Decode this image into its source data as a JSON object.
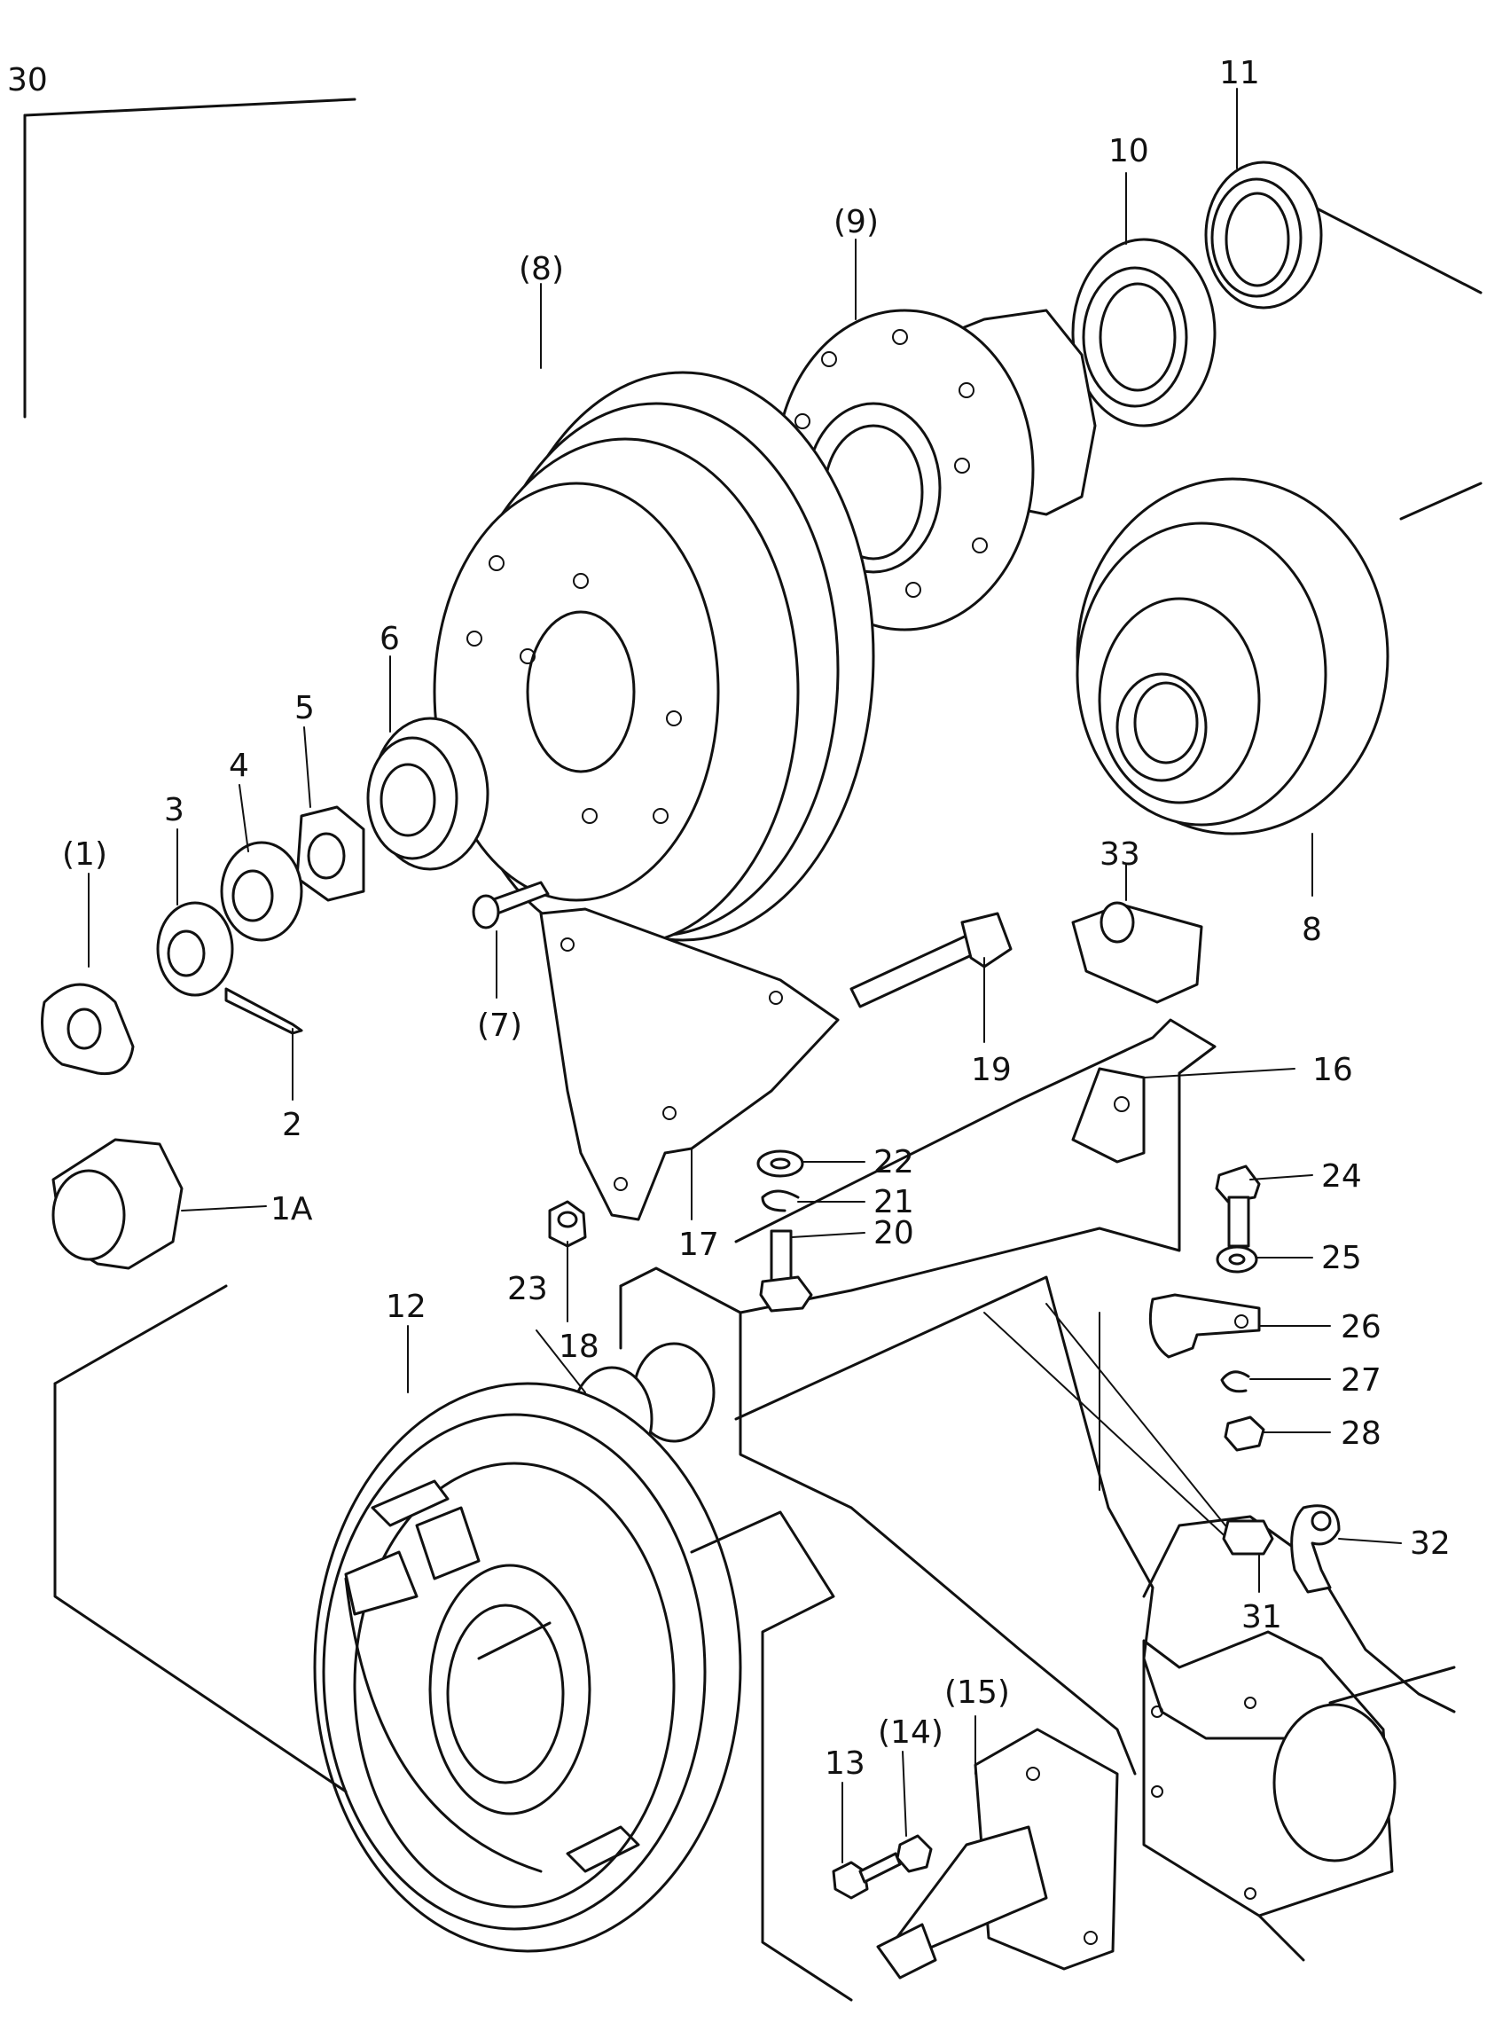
{
  "diagram": {
    "labels": {
      "l30": "30",
      "l11": "11",
      "l10": "10",
      "l9": "(9)",
      "l8": "(8)",
      "l6": "6",
      "l5": "5",
      "l4": "4",
      "l3": "3",
      "l1": "(1)",
      "l2": "2",
      "l1a": "1A",
      "l7": "(7)",
      "l33": "33",
      "l8b": "8",
      "l19": "19",
      "l16": "16",
      "l17": "17",
      "l22": "22",
      "l21": "21",
      "l20": "20",
      "l24": "24",
      "l25": "25",
      "l23": "23",
      "l18": "18",
      "l12": "12",
      "l26": "26",
      "l27": "27",
      "l28": "28",
      "l32": "32",
      "l31": "31",
      "l15": "(15)",
      "l14": "(14)",
      "l13": "13"
    }
  }
}
